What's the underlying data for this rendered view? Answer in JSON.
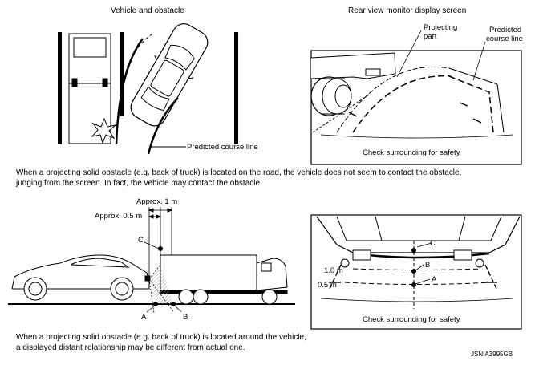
{
  "top_left_title": "Vehicle and obstacle",
  "top_right_title": "Rear view monitor display screen",
  "labels": {
    "projecting_part": "Projecting\npart",
    "predicted_course_line_right": "Predicted\ncourse line",
    "predicted_course_line_left": "Predicted course line",
    "check_top": "Check surrounding for safety",
    "check_bottom": "Check surrounding for safety",
    "approx_1m": "Approx. 1 m",
    "approx_05m": "Approx. 0.5 m",
    "point_a": "A",
    "point_b": "B",
    "point_c": "C",
    "screen_a": "A",
    "screen_b": "B",
    "screen_c": "C",
    "screen_10m": "1.0 m",
    "screen_05m": "0.5 m"
  },
  "caption_1_line1": "When a projecting solid obstacle (e.g. back of truck) is located on the road,  the vehicle does not seem to contact the obstacle,",
  "caption_1_line2": "judging from the screen. In fact, the vehicle may contact the obstacle.",
  "caption_2_line1": "When a projecting solid obstacle (e.g. back of truck) is located around the vehicle,",
  "caption_2_line2": "a displayed distant relationship may be different from actual one.",
  "figure_id": "JSNIA3995GB"
}
